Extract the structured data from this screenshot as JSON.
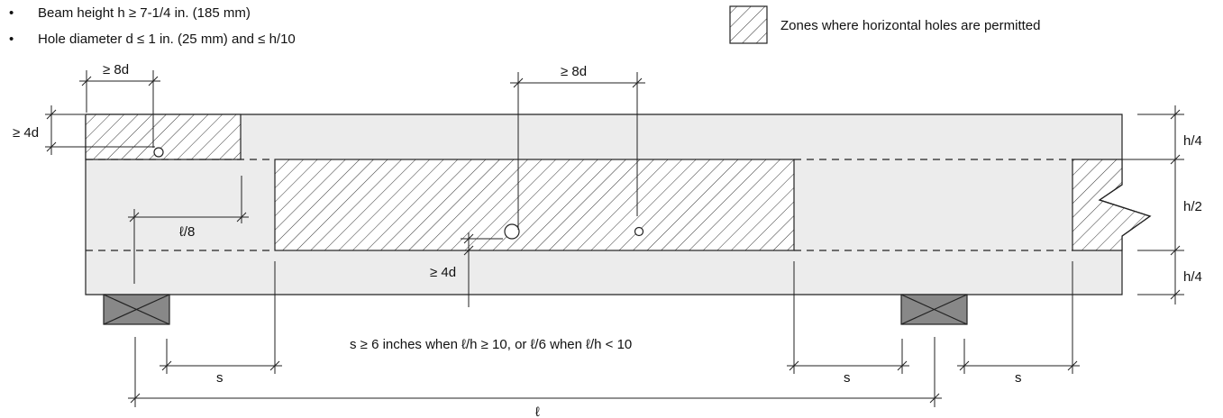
{
  "notes": [
    "Beam height h ≥ 7-1/4 in. (185 mm)",
    "Hole diameter d ≤ 1 in. (25 mm) and ≤ h/10"
  ],
  "bullet": "•",
  "legend": {
    "label": "Zones where horizontal holes are permitted"
  },
  "labels": {
    "ge8d": "≥ 8d",
    "ge4d": "≥ 4d",
    "l8": "ℓ/8",
    "h4": "h/4",
    "h2": "h/2",
    "s": "s",
    "span": "ℓ",
    "spacing_note": "s ≥ 6 inches when ℓ/h ≥ 10, or ℓ/6 when ℓ/h < 10"
  },
  "colors": {
    "beam": "#ececec",
    "line": "#222222",
    "hatch": "#333333"
  }
}
